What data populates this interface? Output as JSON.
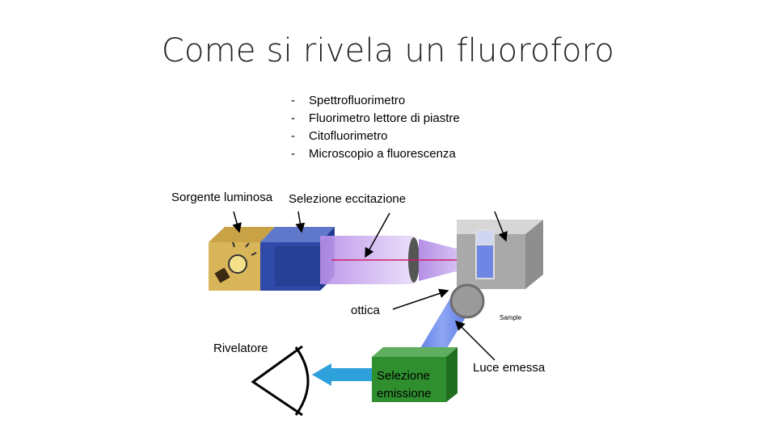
{
  "title": "Come si rivela un fluoroforo",
  "methods": [
    "Spettrofluorimetro",
    "Fluorimetro lettore di piastre",
    "Citofluorimetro",
    "Microscopio a fluorescenza"
  ],
  "labels": {
    "light_source": "Sorgente luminosa",
    "excitation_selection": "Selezione eccitazione",
    "optics": "ottica",
    "detector": "Rivelatore",
    "emission_selection_line1": "Selezione",
    "emission_selection_line2": "emissione",
    "emitted_light": "Luce emessa",
    "sample": "Sample"
  },
  "colors": {
    "source_box": "#d9b55a",
    "filter_box": "#2f4aa8",
    "beam": "#c9a6ee",
    "sample_box": "#a9a9a9",
    "emission_box": "#2f8f2f",
    "arrow_blue": "#2ea0dc"
  }
}
